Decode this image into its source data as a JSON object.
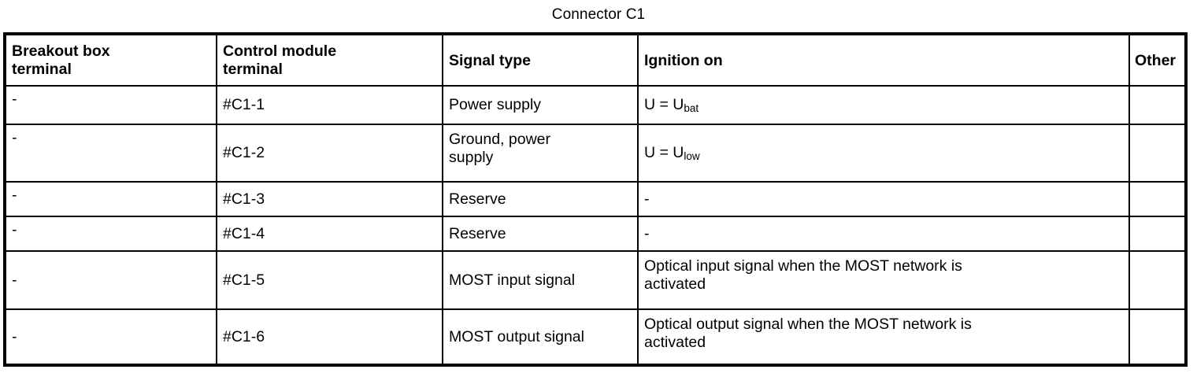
{
  "caption": "Connector C1",
  "table": {
    "columns": [
      {
        "key": "breakout",
        "header": "Breakout box\nterminal"
      },
      {
        "key": "control",
        "header": "Control module\nterminal"
      },
      {
        "key": "signal",
        "header": "Signal type"
      },
      {
        "key": "ignition",
        "header": "Ignition on"
      },
      {
        "key": "other",
        "header": "Other"
      }
    ],
    "rows": [
      {
        "breakout": "-",
        "control": "#C1-1",
        "signal": "Power supply",
        "ignition_prefix": "U = U",
        "ignition_sub": "bat",
        "ignition": "U = Ubat",
        "other": ""
      },
      {
        "breakout": "-",
        "control": "#C1-2",
        "signal": "Ground, power\nsupply",
        "ignition_prefix": "U = U",
        "ignition_sub": "low",
        "ignition": "U = Ulow",
        "other": ""
      },
      {
        "breakout": "-",
        "control": "#C1-3",
        "signal": "Reserve",
        "ignition": "-",
        "other": ""
      },
      {
        "breakout": "-",
        "control": "#C1-4",
        "signal": "Reserve",
        "ignition": "-",
        "other": ""
      },
      {
        "breakout": "-",
        "control": "#C1-5",
        "signal": "MOST input signal",
        "ignition": "Optical input signal when the MOST network is\nactivated",
        "other": ""
      },
      {
        "breakout": "-",
        "control": "#C1-6",
        "signal": "MOST output signal",
        "ignition": "Optical output signal when the MOST network is\nactivated",
        "other": ""
      }
    ]
  },
  "colors": {
    "border": "#000000",
    "text": "#000000",
    "background": "#ffffff"
  }
}
